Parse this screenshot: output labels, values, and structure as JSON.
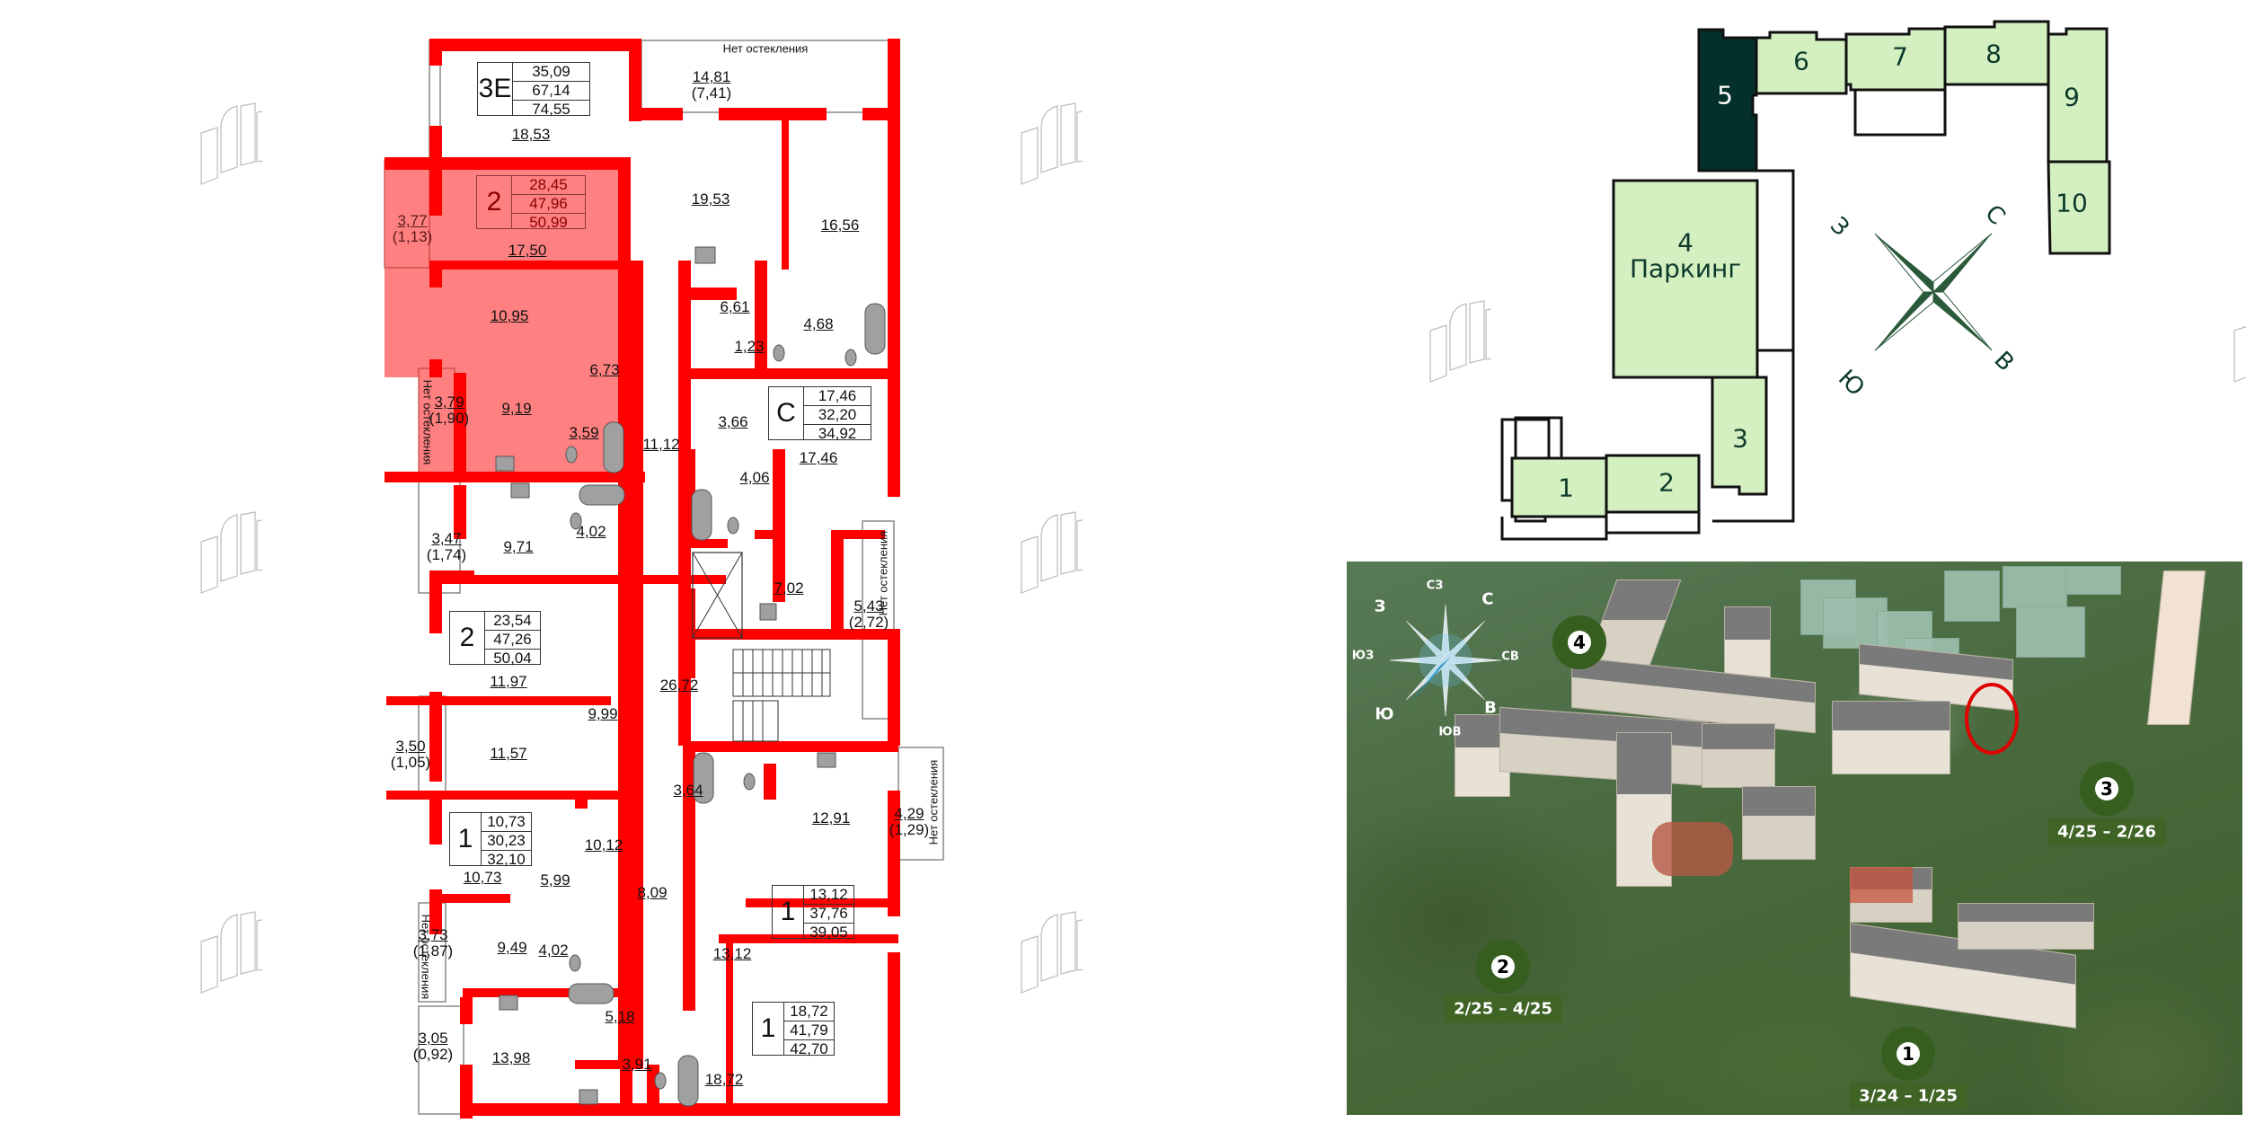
{
  "floor_plan": {
    "apartments": [
      {
        "id": "apt-3e",
        "type": "3Е",
        "living": "35,09",
        "total": "67,14",
        "total_with_balcony": "74,55",
        "selected": false
      },
      {
        "id": "apt-2-selected",
        "type": "2",
        "living": "28,45",
        "total": "47,96",
        "total_with_balcony": "50,99",
        "selected": true
      },
      {
        "id": "apt-studio",
        "type": "С",
        "living": "17,46",
        "total": "32,20",
        "total_with_balcony": "34,92",
        "selected": false
      },
      {
        "id": "apt-2b",
        "type": "2",
        "living": "23,54",
        "total": "47,26",
        "total_with_balcony": "50,04",
        "selected": false
      },
      {
        "id": "apt-1a",
        "type": "1",
        "living": "10,73",
        "total": "30,23",
        "total_with_balcony": "32,10",
        "selected": false
      },
      {
        "id": "apt-1b",
        "type": "1",
        "living": "13,12",
        "total": "37,76",
        "total_with_balcony": "39,05",
        "selected": false
      },
      {
        "id": "apt-1c",
        "type": "1",
        "living": "18,72",
        "total": "41,79",
        "total_with_balcony": "42,70",
        "selected": false
      }
    ],
    "rooms": [
      {
        "area": "18,53"
      },
      {
        "area": "19,53"
      },
      {
        "area": "16,56"
      },
      {
        "area": "17,50"
      },
      {
        "area": "10,95"
      },
      {
        "area": "6,73"
      },
      {
        "area": "9,19"
      },
      {
        "area": "3,59"
      },
      {
        "area": "6,61"
      },
      {
        "area": "1,23"
      },
      {
        "area": "4,68"
      },
      {
        "area": "11,12"
      },
      {
        "area": "3,66"
      },
      {
        "area": "17,46"
      },
      {
        "area": "4,06"
      },
      {
        "area": "9,71"
      },
      {
        "area": "4,02"
      },
      {
        "area": "7,02"
      },
      {
        "area": "11,97"
      },
      {
        "area": "26,72"
      },
      {
        "area": "9,99"
      },
      {
        "area": "11,57"
      },
      {
        "area": "3,64"
      },
      {
        "area": "12,91"
      },
      {
        "area": "10,73"
      },
      {
        "area": "10,12"
      },
      {
        "area": "5,99"
      },
      {
        "area": "8,09"
      },
      {
        "area": "13,12"
      },
      {
        "area": "9,49"
      },
      {
        "area": "4,02"
      },
      {
        "area": "5,18"
      },
      {
        "area": "18,72"
      },
      {
        "area": "13,98"
      },
      {
        "area": "3,91"
      }
    ],
    "balconies": [
      {
        "area": "14,81",
        "reduced": "(7,41)"
      },
      {
        "area": "3,77",
        "reduced": "(1,13)"
      },
      {
        "area": "3,79",
        "reduced": "(1,90)"
      },
      {
        "area": "3,47",
        "reduced": "(1,74)"
      },
      {
        "area": "5,43",
        "reduced": "(2,72)"
      },
      {
        "area": "3,50",
        "reduced": "(1,05)"
      },
      {
        "area": "4,29",
        "reduced": "(1,29)"
      },
      {
        "area": "3,73",
        "reduced": "(1,87)"
      },
      {
        "area": "3,05",
        "reduced": "(0,92)"
      }
    ],
    "no_glazing_label": "Нет остекления",
    "colors": {
      "wall": "#ff0000",
      "selected_fill": "#ff8080",
      "fixture": "#a0a0a0"
    }
  },
  "site_plan": {
    "sections": [
      {
        "label": "1"
      },
      {
        "label": "2"
      },
      {
        "label": "3"
      },
      {
        "label": "4",
        "sublabel": "Паркинг"
      },
      {
        "label": "5",
        "selected": true
      },
      {
        "label": "6"
      },
      {
        "label": "7"
      },
      {
        "label": "8"
      },
      {
        "label": "9"
      },
      {
        "label": "10"
      }
    ],
    "compass": {
      "n": "С",
      "s": "Ю",
      "w": "З",
      "e": "В"
    },
    "colors": {
      "section": "#d4f0c0",
      "selected": "#04302c",
      "text": "#0d3a2c",
      "compass": "#2b5a3a"
    }
  },
  "aerial": {
    "compass": {
      "n": "С",
      "ne": "СВ",
      "e": "В",
      "se": "ЮВ",
      "s": "Ю",
      "sw": "ЮЗ",
      "w": "З",
      "nw": "СЗ"
    },
    "markers": [
      {
        "num": "4",
        "dates": ""
      },
      {
        "num": "3",
        "dates": "4/25 – 2/26"
      },
      {
        "num": "2",
        "dates": "2/25 – 4/25"
      },
      {
        "num": "1",
        "dates": "3/24 – 1/25"
      }
    ],
    "colors": {
      "marker": "#365e1f",
      "highlight": "#e00000"
    }
  }
}
